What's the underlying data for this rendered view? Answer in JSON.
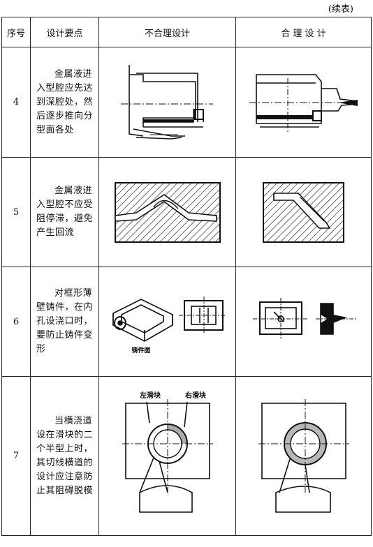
{
  "continued_label": "(续表)",
  "headers": {
    "seq": "序号",
    "point": "设计要点",
    "bad": "不合理设计",
    "good": "合 理 设 计"
  },
  "rows": [
    {
      "num": "4",
      "point": "金属液进入型腔应先达到深腔处，然后逐步推向分型面各处"
    },
    {
      "num": "5",
      "point": "金属液进入型腔不应受阻停滞，避免产生回流"
    },
    {
      "num": "6",
      "point": "对框形薄壁铸件，在内孔设浇口时，要防止铸件变形",
      "bad_caption": "铸件图"
    },
    {
      "num": "7",
      "point": "当横浇道设在滑块的二个半型上时，其切线横道的设计应注意防止其阻碍脱模",
      "left_slider": "左滑块",
      "right_slider": "右滑块"
    }
  ]
}
